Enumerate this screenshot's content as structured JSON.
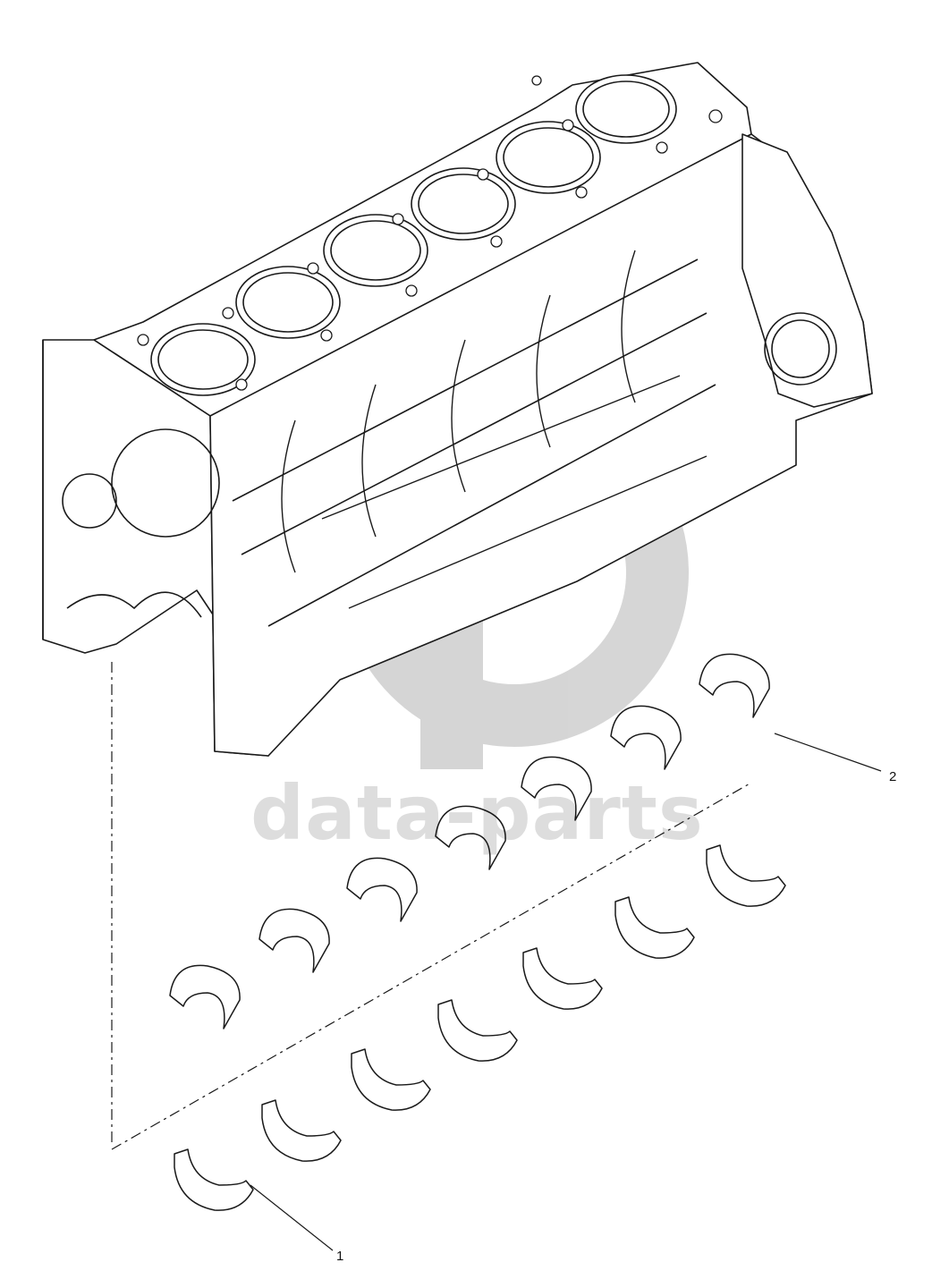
{
  "diagram": {
    "callouts": [
      {
        "id": "1",
        "label": "1"
      },
      {
        "id": "2",
        "label": "2"
      }
    ],
    "watermark": {
      "text": "data-parts",
      "color": "#c8c8c8"
    },
    "line_color": "#1a1a1a",
    "upper_bearing_count": 7,
    "lower_bearing_count": 7,
    "cylinder_count": 6
  }
}
